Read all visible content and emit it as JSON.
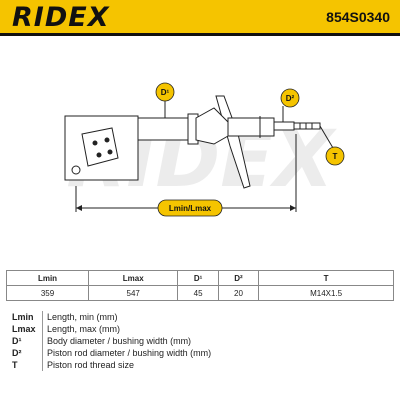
{
  "header": {
    "brand": "RIDEX",
    "part_number": "854S0340",
    "brand_color": "#f5c400"
  },
  "diagram": {
    "callouts": {
      "d1": "D¹",
      "d2": "D²",
      "t": "T",
      "length": "Lmin/Lmax"
    },
    "watermark": "RIDEX"
  },
  "spec_table": {
    "headers": [
      "Lmin",
      "Lmax",
      "D¹",
      "D²",
      "T"
    ],
    "values": [
      "359",
      "547",
      "45",
      "20",
      "M14X1.5"
    ]
  },
  "legend": [
    {
      "key": "Lmin",
      "text": "Length, min (mm)"
    },
    {
      "key": "Lmax",
      "text": "Length, max (mm)"
    },
    {
      "key": "D¹",
      "text": "Body diameter / bushing width (mm)"
    },
    {
      "key": "D²",
      "text": "Piston rod diameter / bushing width (mm)"
    },
    {
      "key": "T",
      "text": "Piston rod thread size"
    }
  ]
}
